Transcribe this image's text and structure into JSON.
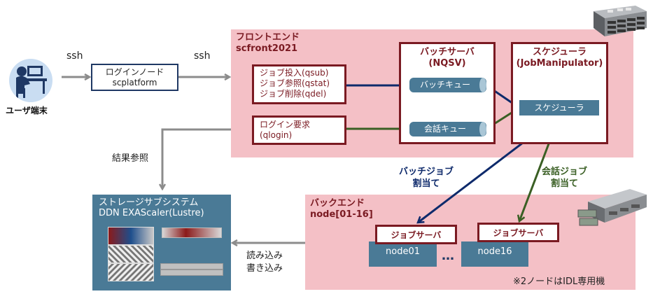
{
  "user_terminal": {
    "label": "ユーザ端末",
    "icon": "user-at-computer-icon"
  },
  "arrows": {
    "ssh_1": "ssh",
    "ssh_2": "ssh",
    "result_ref": "結果参照",
    "read_write": [
      "読み込み",
      "書き込み"
    ],
    "batch_assign": [
      "バッチジョブ",
      "割当て"
    ],
    "interactive_assign": [
      "会話ジョブ",
      "割当て"
    ]
  },
  "login_node": {
    "title": "ログインノード",
    "host": "scplatform"
  },
  "frontend": {
    "title": "フロントエンド",
    "host": "scfront2021",
    "commands": [
      "ジョブ投入(qsub)",
      "ジョブ参照(qstat)",
      "ジョブ削除(qdel)"
    ],
    "login_request": [
      "ログイン要求",
      "(qlogin)"
    ],
    "batch_server": {
      "title": "バッチサーバ",
      "subtitle": "(NQSV)",
      "queues": [
        "バッチキュー",
        "会話キュー"
      ]
    },
    "scheduler": {
      "title": "スケジューラ",
      "subtitle": "(JobManipulator)",
      "item": "スケジューラ"
    }
  },
  "storage": {
    "title": "ストレージサブシステム",
    "subtitle": "DDN EXAScaler(Lustre)"
  },
  "backend": {
    "title": "バックエンド",
    "hosts": "node[01-16]",
    "job_server_label": "ジョブサーバ",
    "nodes": [
      "node01",
      "node16"
    ],
    "ellipsis": "…",
    "note": "※2ノードはIDL専用機"
  },
  "colors": {
    "frontend_bg": "#f4c0c6",
    "frame_border": "#7a1a22",
    "teal": "#4a7a96",
    "batch_line": "#0e2a6b",
    "interactive_line": "#3a5f24",
    "gray_arrow": "#8c8c8c"
  }
}
